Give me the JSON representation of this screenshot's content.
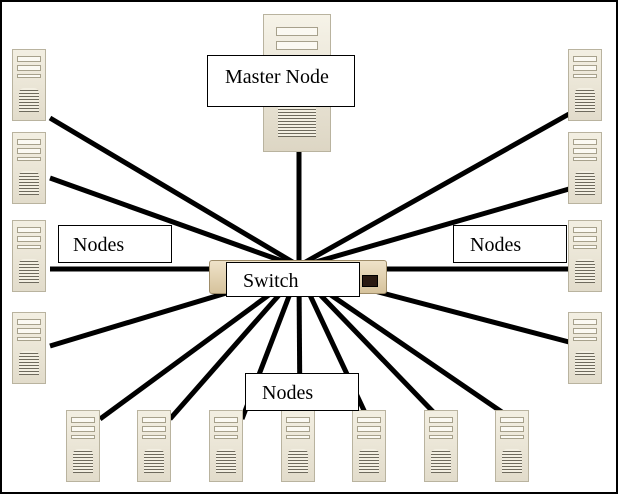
{
  "diagram": {
    "labels": {
      "master": "Master Node",
      "switch": "Switch",
      "nodes_left": "Nodes",
      "nodes_right": "Nodes",
      "nodes_bottom": "Nodes"
    },
    "colors": {
      "link": "#000000",
      "tower_body": "#ece7d8",
      "switch_body": "#e2d4b3"
    },
    "icons": {
      "computer": "server-tower-icon",
      "hub": "network-switch-icon"
    }
  }
}
